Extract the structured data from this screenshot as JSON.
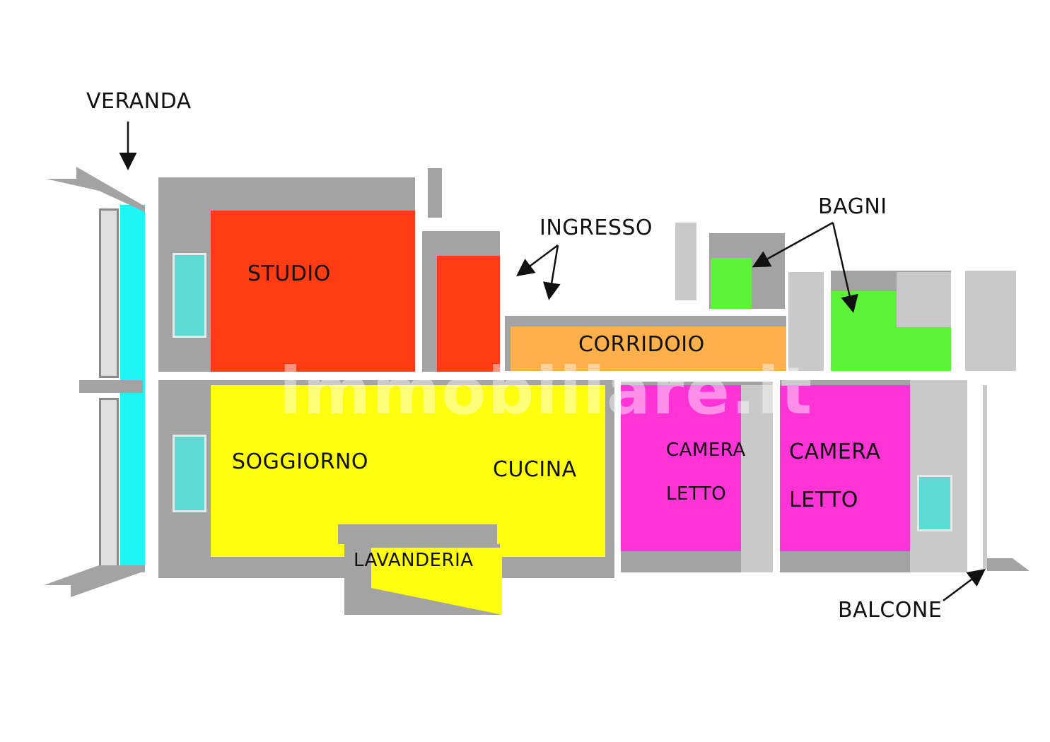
{
  "floorplan": {
    "watermark": "immobiliare.it",
    "colors": {
      "veranda": "#1ff5f5",
      "studio": "#ff3c14",
      "ingresso_room": "#ff3c14",
      "corridoio": "#ffb04a",
      "bagni": "#5cf23a",
      "soggiorno_cucina": "#ffff10",
      "camera_letto": "#ff33d6",
      "walls": "#a3a3a3",
      "windows": "#5fd9d4"
    },
    "rooms": {
      "studio": "STUDIO",
      "corridoio": "CORRIDOIO",
      "soggiorno": "SOGGIORNO",
      "cucina": "CUCINA",
      "lavanderia": "LAVANDERIA",
      "camera1_line1": "CAMERA",
      "camera1_line2": "LETTO",
      "camera2_line1": "CAMERA",
      "camera2_line2": "LETTO"
    },
    "callouts": {
      "veranda": "VERANDA",
      "ingresso": "INGRESSO",
      "bagni": "BAGNI",
      "balcone": "BALCONE"
    }
  }
}
